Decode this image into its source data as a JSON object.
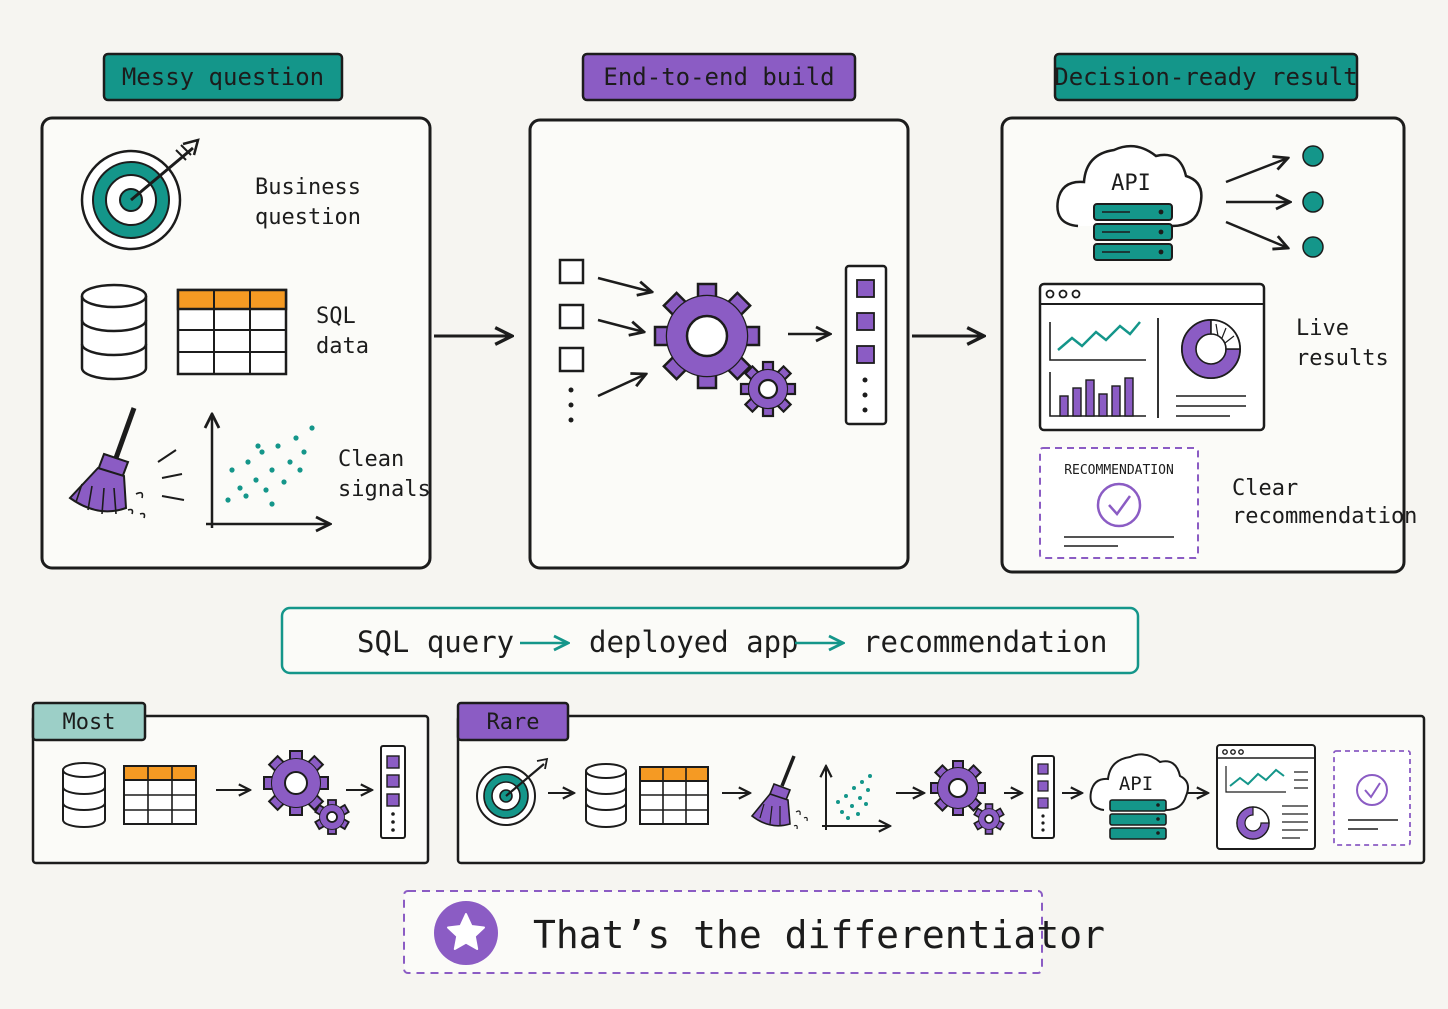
{
  "stages": [
    {
      "title": "Messy question",
      "color": "#14968a"
    },
    {
      "title": "End-to-end build",
      "color": "#8b5cc4"
    },
    {
      "title": "Decision-ready result",
      "color": "#14968a"
    }
  ],
  "messy": {
    "business": [
      "Business",
      "question"
    ],
    "sql": [
      "SQL",
      "data"
    ],
    "clean": [
      "Clean",
      "signals"
    ]
  },
  "result": {
    "api": "API",
    "live": [
      "Live",
      "results"
    ],
    "recommendation_card": "RECOMMENDATION",
    "clear": [
      "Clear",
      "recommendation"
    ]
  },
  "pipeline": {
    "steps": [
      "SQL query",
      "deployed app",
      "recommendation"
    ],
    "arrow": "⟶"
  },
  "compare": {
    "most": "Most",
    "rare": "Rare",
    "rare_api": "API"
  },
  "footer": {
    "text": "That’s the differentiator"
  },
  "colors": {
    "teal": "#14968a",
    "purple": "#8b5cc4",
    "orange": "#f59a23",
    "ink": "#1c1c1c",
    "most_tab": "#9ccfc7"
  }
}
